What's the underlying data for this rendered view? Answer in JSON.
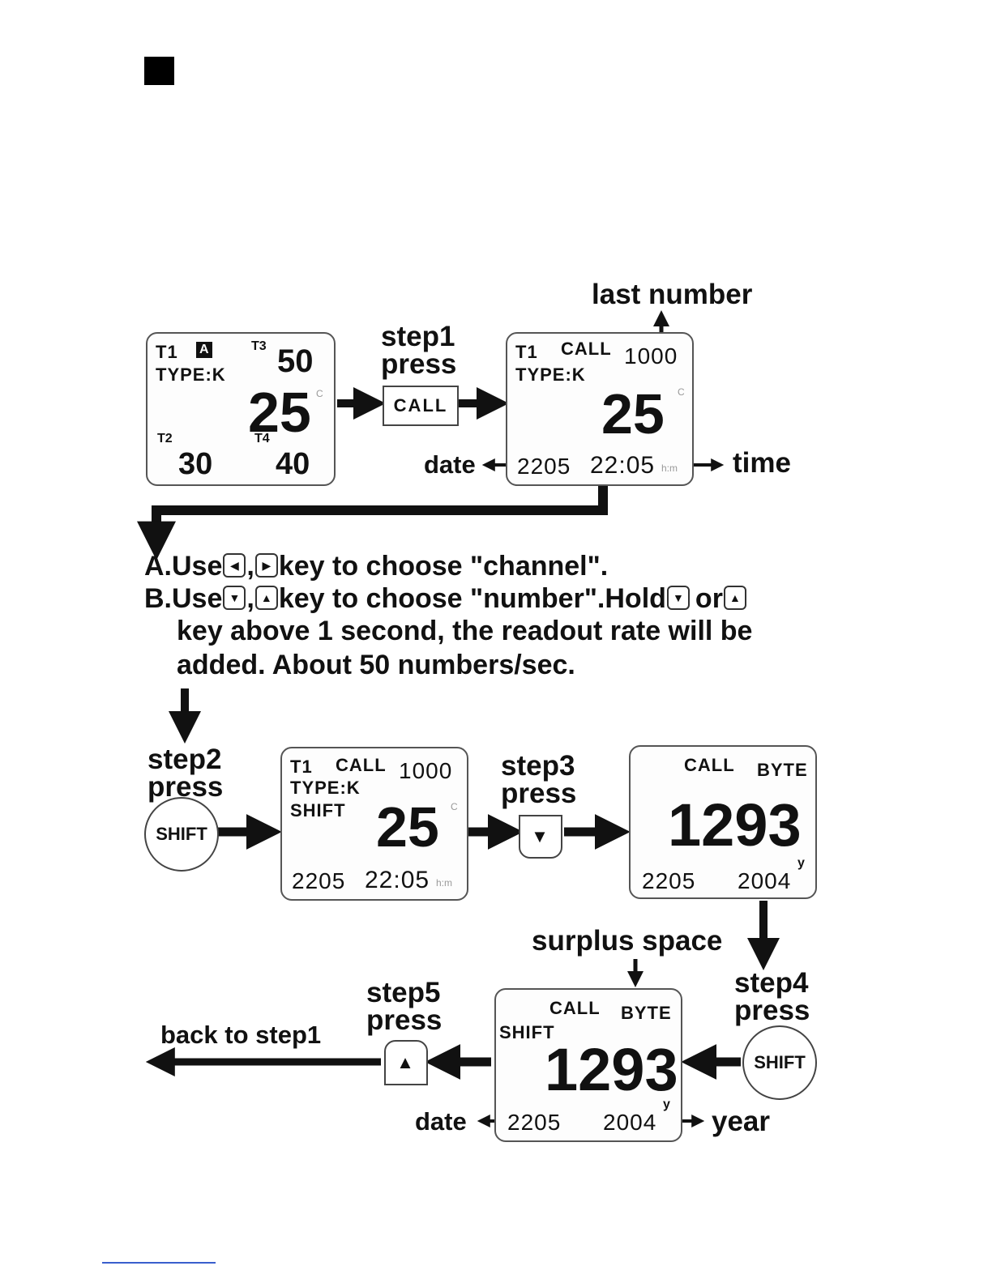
{
  "colors": {
    "ink": "#111111",
    "frame": "#555555",
    "footer_line": "#3a5fcd"
  },
  "icons": {
    "bullet": "black-square",
    "left_key": "left-triangle-icon",
    "right_key": "right-triangle-icon",
    "down_key": "down-triangle-icon",
    "up_key": "up-triangle-icon"
  },
  "labels": {
    "last_number": "last number",
    "step1": "step1",
    "step2": "step2",
    "step3": "step3",
    "step4": "step4",
    "step5": "step5",
    "press": "press",
    "date": "date",
    "time": "time",
    "year": "year",
    "surplus_space": "surplus space",
    "back_to_step1": "back to step1"
  },
  "keys": {
    "call": "CALL",
    "shift": "SHIFT"
  },
  "lcd1": {
    "t1": "T1",
    "a": "A",
    "t3": "T3",
    "t3_val": "50",
    "type": "TYPE:K",
    "main": "25",
    "unit": "C",
    "t2": "T2",
    "t2_val": "30",
    "t4": "T4",
    "t4_val": "40"
  },
  "lcd2": {
    "t1": "T1",
    "call": "CALL",
    "num": "1000",
    "type": "TYPE:K",
    "main": "25",
    "unit": "C",
    "date": "2205",
    "time": "22:05",
    "hm": "h:m"
  },
  "lcd3": {
    "t1": "T1",
    "call": "CALL",
    "num": "1000",
    "type": "TYPE:K",
    "shift": "SHIFT",
    "main": "25",
    "unit": "C",
    "date": "2205",
    "time": "22:05",
    "hm": "h:m"
  },
  "lcd4": {
    "call": "CALL",
    "byte": "BYTE",
    "main": "1293",
    "date": "2205",
    "year": "2004",
    "y": "y"
  },
  "lcd5": {
    "call": "CALL",
    "byte": "BYTE",
    "shift": "SHIFT",
    "main": "1293",
    "date": "2205",
    "year": "2004",
    "y": "y"
  },
  "instructions": {
    "a_prefix": "A.Use",
    "a_suffix": "key to choose \"channel\".",
    "b_prefix": "B.Use",
    "b_mid": "key to choose \"number\".Hold",
    "b_or": "or",
    "line3": "key above 1 second, the readout rate will be",
    "line4": "added. About 50 numbers/sec.",
    "comma": ","
  }
}
